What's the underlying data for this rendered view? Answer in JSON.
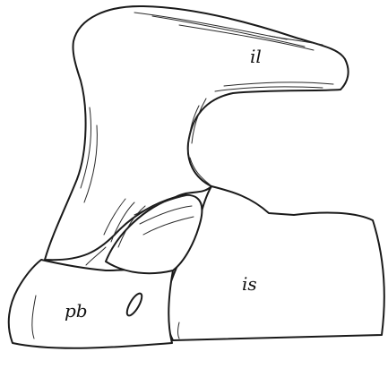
{
  "labels": {
    "ilium": "il",
    "pubis": "pb",
    "ischium": "is"
  },
  "colors": {
    "ink": "#1a1a1a",
    "paper": "#ffffff"
  }
}
